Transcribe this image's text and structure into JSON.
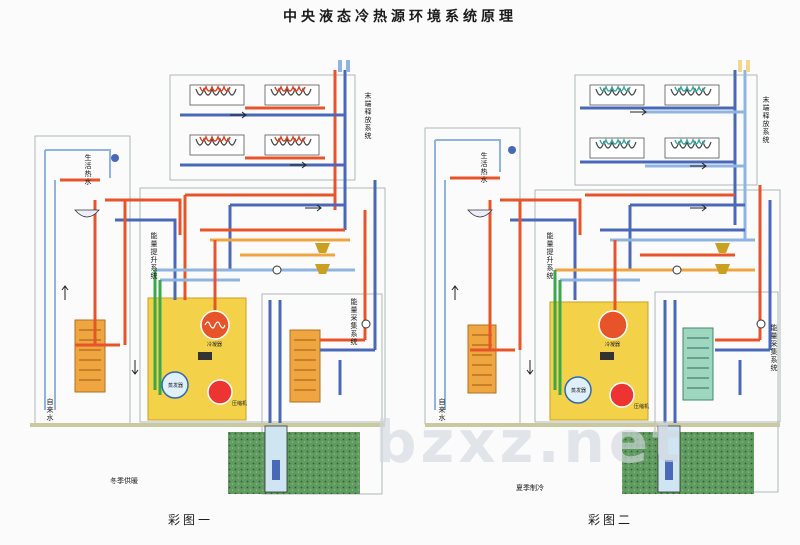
{
  "title": "中央液态冷热源环境系统原理",
  "left": {
    "season_label": "冬季供暖",
    "caption": "彩图一",
    "labels": {
      "hot_water": "生活热水",
      "tap_water": "自来水",
      "lift": "能量提升系统",
      "release": "末端释放系统",
      "collect": "能量采集系统",
      "evaporator": "蒸发器",
      "condenser": "冷凝器",
      "compressor": "压缩机"
    }
  },
  "right": {
    "season_label": "夏季制冷",
    "caption": "彩图二",
    "labels": {
      "hot_water": "生活热水",
      "tap_water": "自来水",
      "lift": "能量提升系统",
      "release": "末端释放系统",
      "collect": "能量采集系统",
      "evaporator": "蒸发器",
      "condenser": "冷凝器",
      "compressor": "压缩机"
    }
  },
  "watermark": "bzxz.net",
  "colors": {
    "hot": "#e8542a",
    "warm": "#f0a640",
    "cold": "#4a68b8",
    "light_cold": "#8fb4e0",
    "green": "#3aa84a",
    "machine": "#f3d24a",
    "ground": "#6fa06a",
    "well": "#cfe6f2"
  }
}
